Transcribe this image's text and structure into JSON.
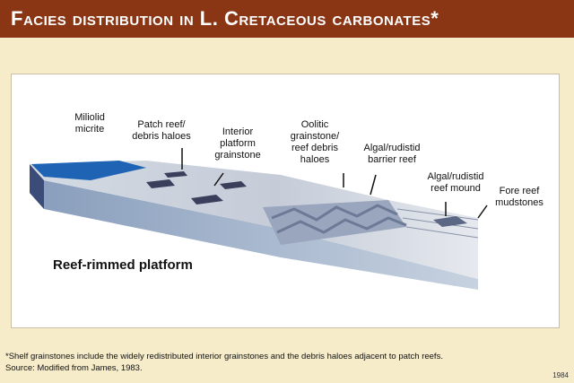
{
  "title": "Facies distribution in L. Cretaceous carbonates*",
  "platform_label": "Reef-rimmed platform",
  "labels": {
    "miliolid": "Miliolid\nmicrite",
    "patch_reef": "Patch reef/\ndebris haloes",
    "interior": "Interior\nplatform\ngrainstone",
    "oolitic": "Oolitic\ngrainstone/\nreef debris\nhaloes",
    "barrier": "Algal/rudistid\nbarrier reef",
    "mound": "Algal/rudistid\nreef mound",
    "fore_reef": "Fore reef\nmudstones"
  },
  "footnote": "*Shelf grainstones include the widely redistributed interior grainstones and the debris haloes adjacent to patch reefs.",
  "source": "Source: Modified from James, 1983.",
  "page_ref": "1984",
  "colors": {
    "title_bg": "#8a3614",
    "background": "#f6ecc9",
    "lagoon": "#1f63b5"
  }
}
